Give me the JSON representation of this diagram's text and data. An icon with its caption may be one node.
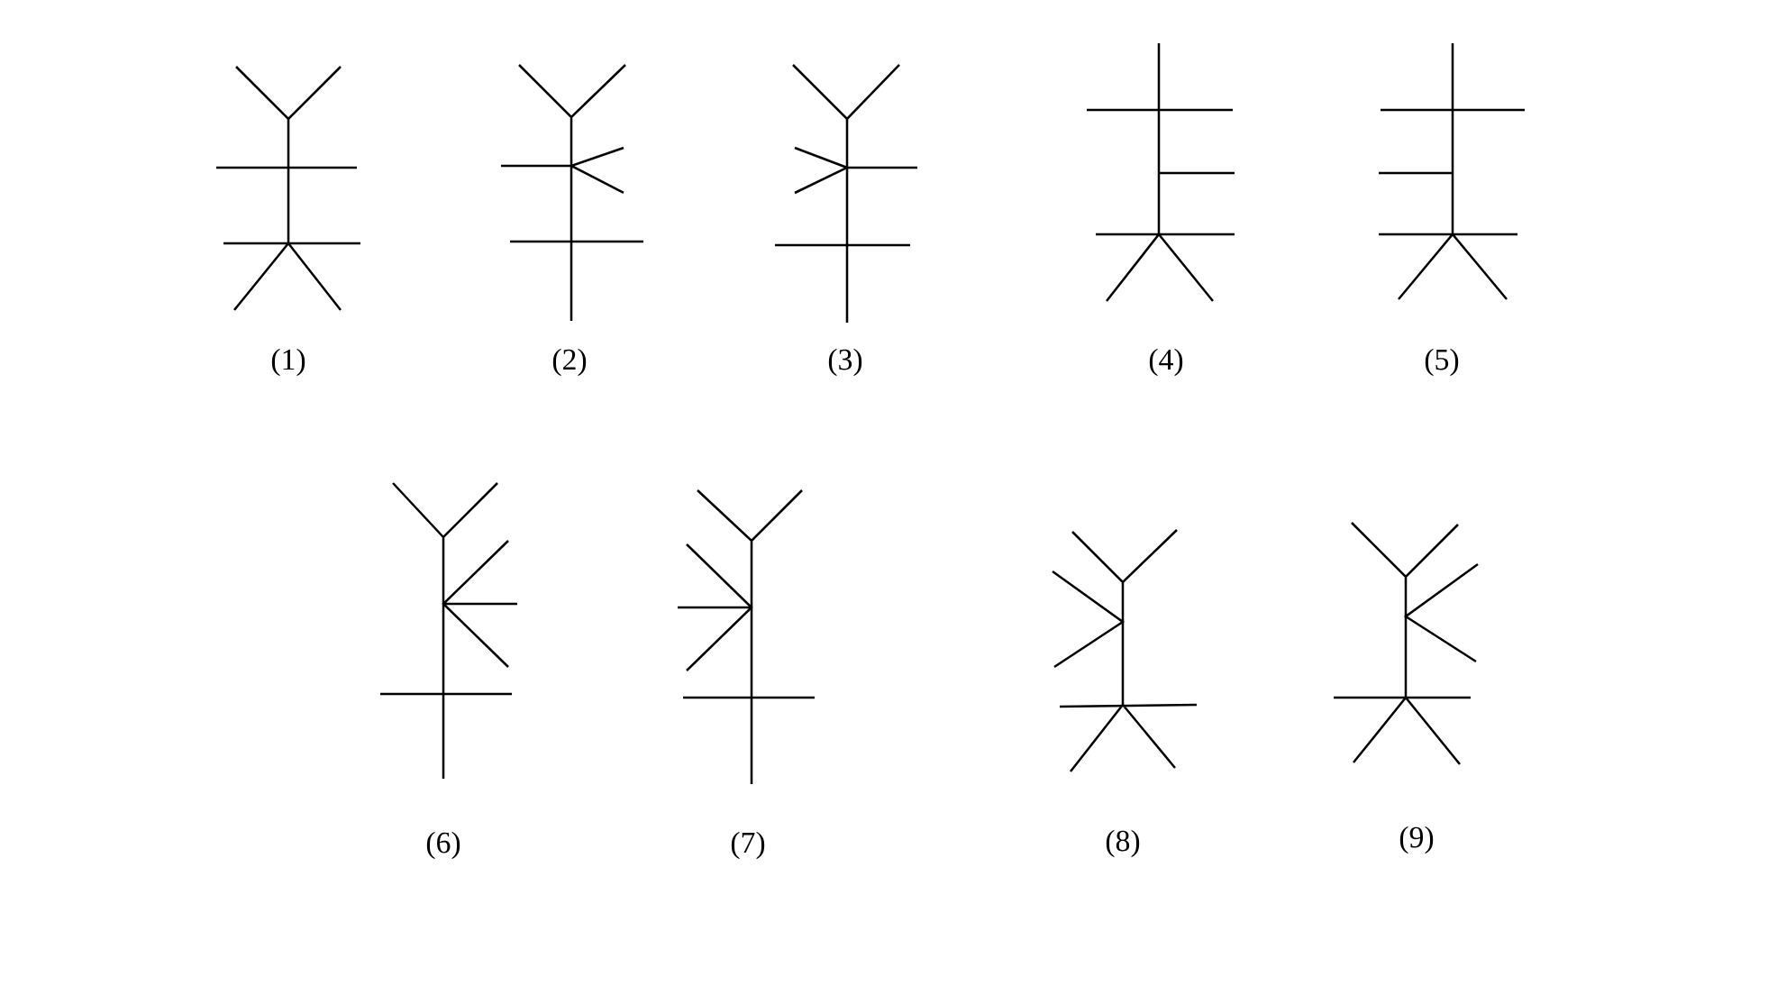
{
  "diagram": {
    "labels": [
      "(1)",
      "(2)",
      "(3)",
      "(4)",
      "(5)",
      "(6)",
      "(7)",
      "(8)",
      "(9)"
    ]
  }
}
